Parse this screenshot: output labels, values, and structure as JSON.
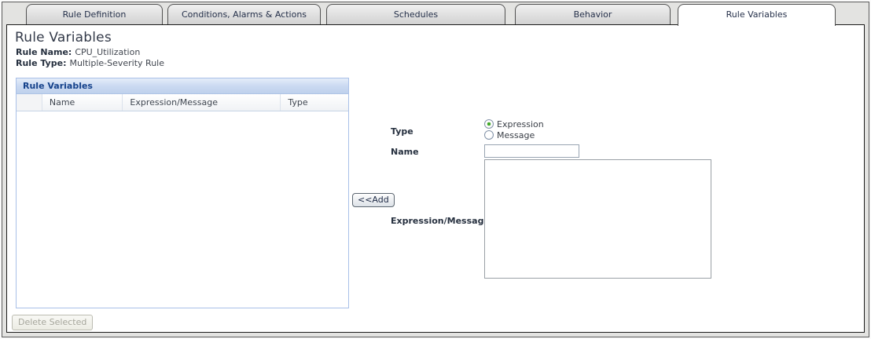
{
  "tabs": [
    {
      "label": "Rule Definition",
      "active": false
    },
    {
      "label": "Conditions, Alarms & Actions",
      "active": false
    },
    {
      "label": "Schedules",
      "active": false
    },
    {
      "label": "Behavior",
      "active": false
    },
    {
      "label": "Rule Variables",
      "active": true
    }
  ],
  "page": {
    "title": "Rule Variables",
    "rule_name_label": "Rule Name:",
    "rule_name": "CPU_Utilization",
    "rule_type_label": "Rule Type:",
    "rule_type": "Multiple-Severity Rule"
  },
  "table": {
    "title": "Rule Variables",
    "columns": [
      "",
      "Name",
      "Expression/Message",
      "Type"
    ],
    "rows": [],
    "delete_button_label": "Delete Selected",
    "delete_button_enabled": false
  },
  "form": {
    "type_label": "Type",
    "type_options": [
      {
        "label": "Expression",
        "selected": true
      },
      {
        "label": "Message",
        "selected": false
      }
    ],
    "name_label": "Name",
    "name_value": "",
    "expression_label": "Expression/Message",
    "expression_value": "",
    "add_button_label": "<<Add"
  },
  "colors": {
    "grid_header_text": "#15428b",
    "grid_border": "#a9c0e8",
    "radio_selected_dot": "#3faa26",
    "tab_text": "#25304a"
  }
}
